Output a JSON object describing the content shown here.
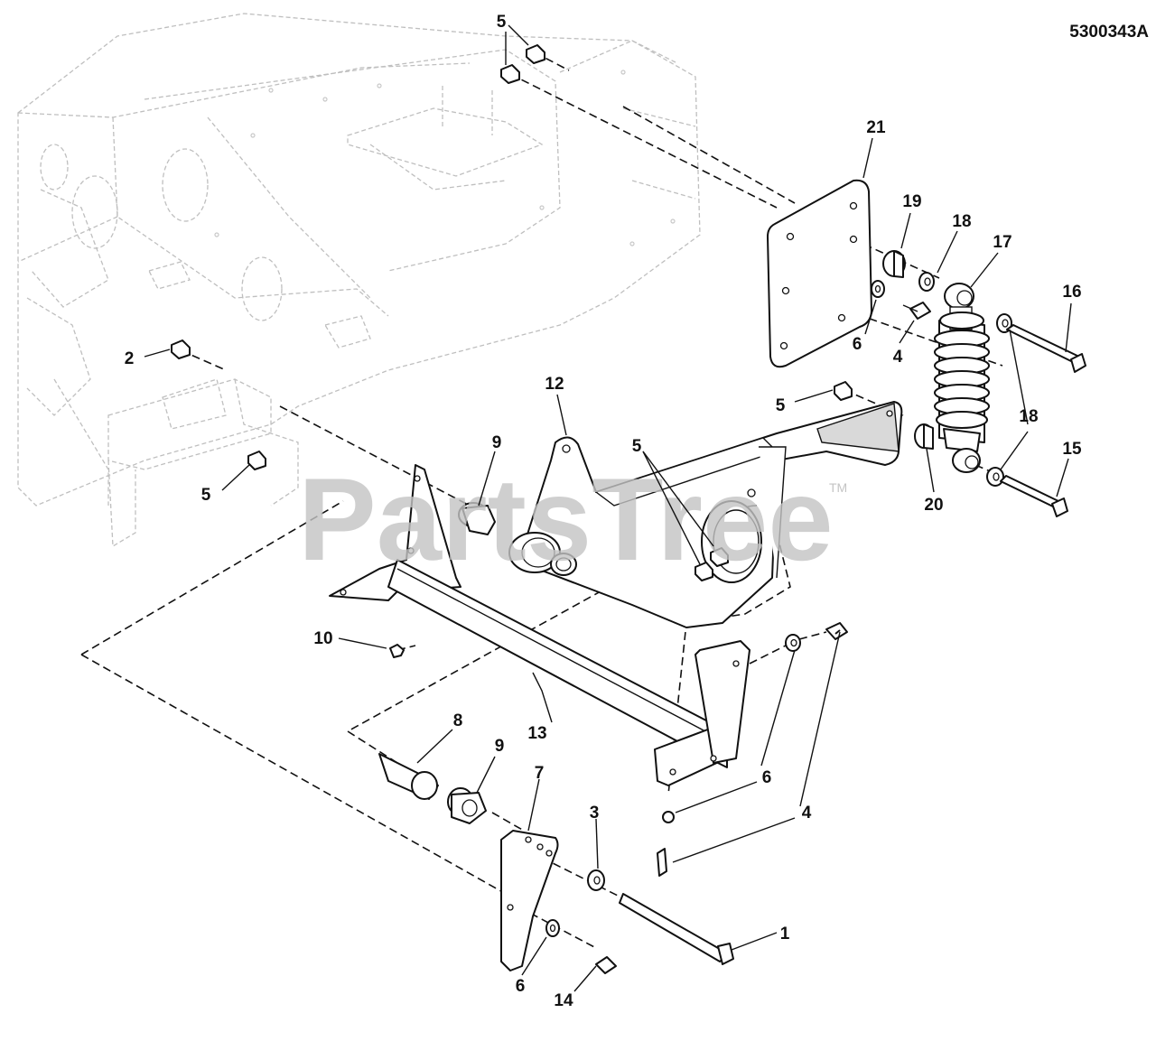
{
  "drawing_number": "5300343A",
  "watermark": {
    "text": "PartsTree",
    "trademark": "TM"
  },
  "callouts": [
    {
      "id": "c5a",
      "label": "5"
    },
    {
      "id": "c21",
      "label": "21"
    },
    {
      "id": "c19",
      "label": "19"
    },
    {
      "id": "c18a",
      "label": "18"
    },
    {
      "id": "c17",
      "label": "17"
    },
    {
      "id": "c16",
      "label": "16"
    },
    {
      "id": "c6a",
      "label": "6"
    },
    {
      "id": "c4a",
      "label": "4"
    },
    {
      "id": "c2",
      "label": "2"
    },
    {
      "id": "c12",
      "label": "12"
    },
    {
      "id": "c5b",
      "label": "5"
    },
    {
      "id": "c18b",
      "label": "18"
    },
    {
      "id": "c9a",
      "label": "9"
    },
    {
      "id": "c5c",
      "label": "5"
    },
    {
      "id": "c15",
      "label": "15"
    },
    {
      "id": "c5d",
      "label": "5"
    },
    {
      "id": "c20",
      "label": "20"
    },
    {
      "id": "c10",
      "label": "10"
    },
    {
      "id": "c8",
      "label": "8"
    },
    {
      "id": "c13",
      "label": "13"
    },
    {
      "id": "c9b",
      "label": "9"
    },
    {
      "id": "c7",
      "label": "7"
    },
    {
      "id": "c6b",
      "label": "6"
    },
    {
      "id": "c4b",
      "label": "4"
    },
    {
      "id": "c3",
      "label": "3"
    },
    {
      "id": "c1",
      "label": "1"
    },
    {
      "id": "c6c",
      "label": "6"
    },
    {
      "id": "c14",
      "label": "14"
    }
  ]
}
